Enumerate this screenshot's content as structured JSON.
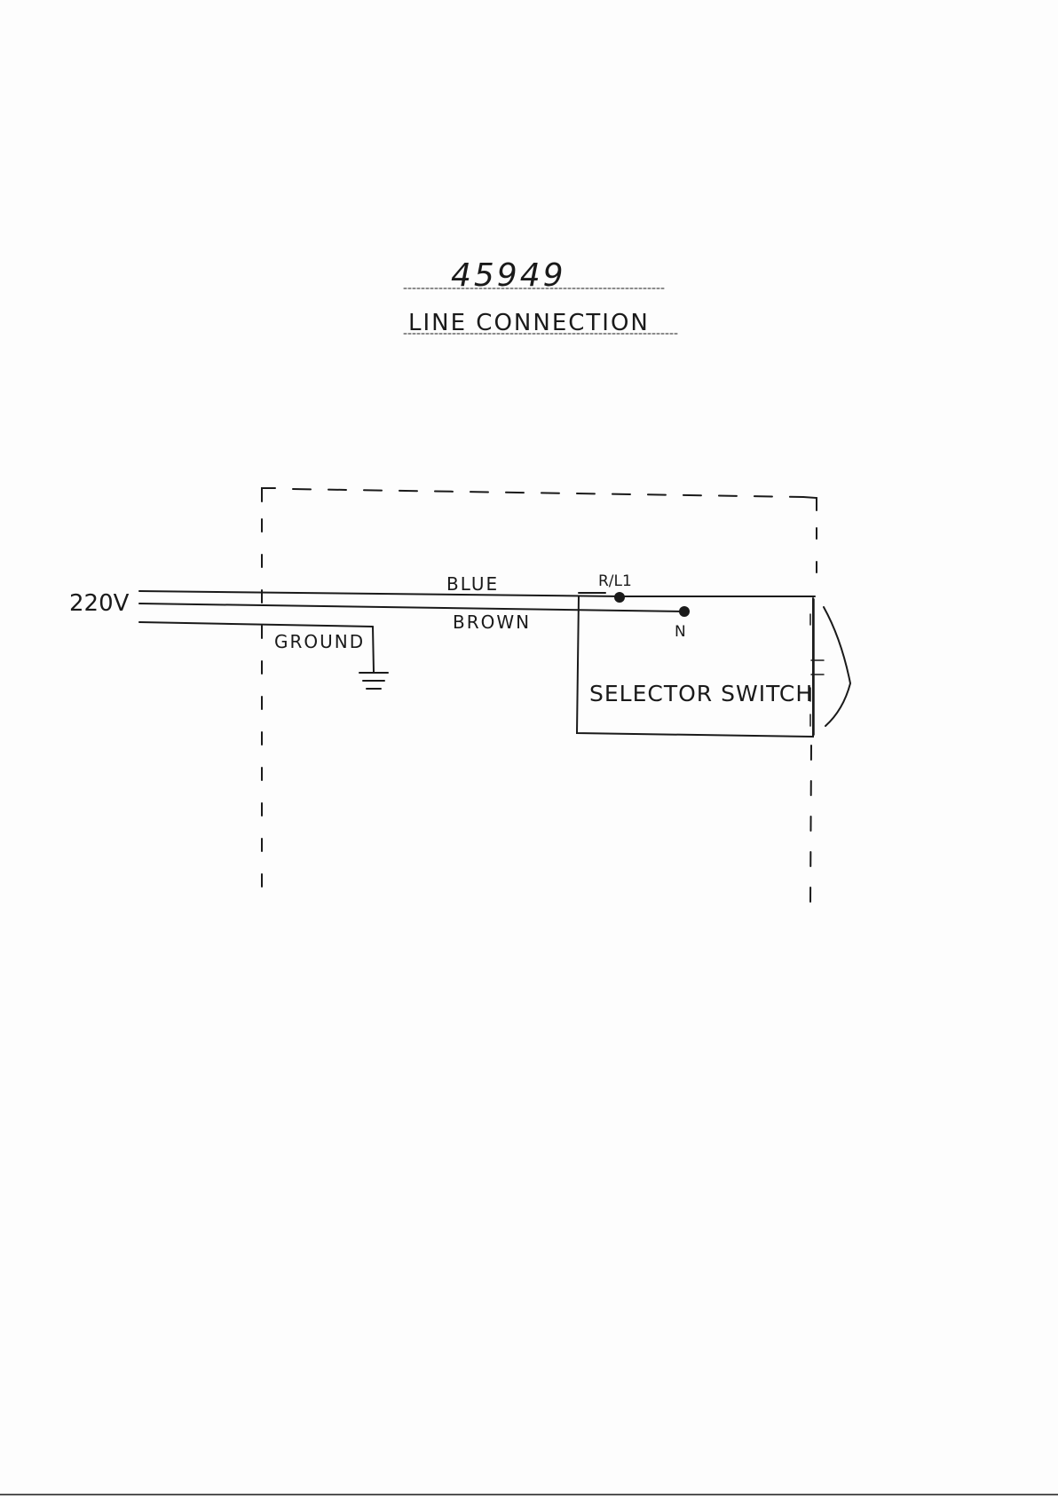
{
  "drawing": {
    "number": "45949",
    "title": "LINE CONNECTION"
  },
  "supply": {
    "voltage": "220V"
  },
  "wires": {
    "blue": "BLUE",
    "brown": "BROWN",
    "ground": "GROUND"
  },
  "terminals": {
    "rl1": "R/L1",
    "n": "N"
  },
  "component": {
    "name": "SELECTOR SWITCH"
  }
}
